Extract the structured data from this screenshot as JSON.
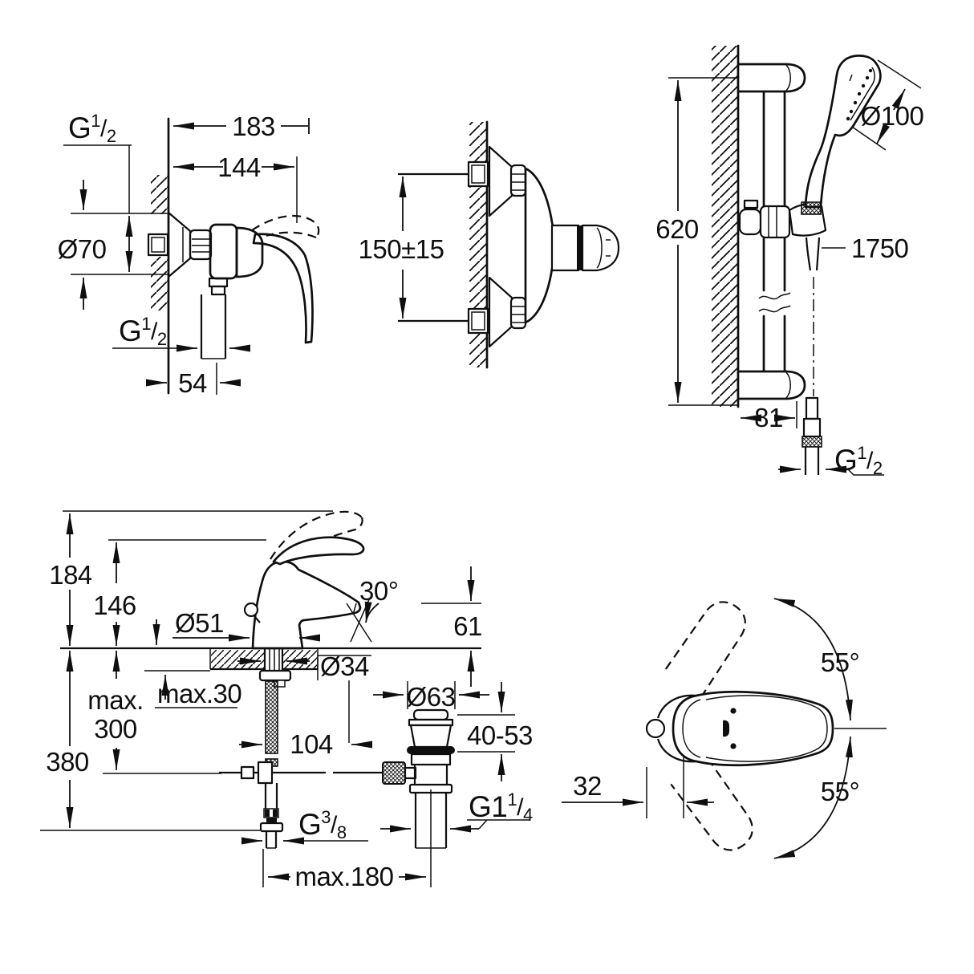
{
  "drawing": {
    "background": "#ffffff",
    "line_color": "#0f0f0f",
    "views": {
      "shower_mixer_side": {
        "thread_top": {
          "base": "G",
          "sup": "1",
          "slash": "/",
          "sub": "2"
        },
        "width_overall": "183",
        "width_body": "144",
        "escutcheon_dia": "Ø70",
        "thread_bottom": {
          "base": "G",
          "sup": "1",
          "slash": "/",
          "sub": "2"
        },
        "hose_offset": "54"
      },
      "shower_mixer_front": {
        "connection_spacing": "150±15"
      },
      "shower_rail_set": {
        "head_dia": "Ø100",
        "rail_height": "620",
        "hose_length": "1750",
        "bracket_depth": "81",
        "hose_thread": {
          "base": "G",
          "sup": "1",
          "slash": "/",
          "sub": "2"
        }
      },
      "basin_mixer": {
        "height_open": "184",
        "height_closed": "146",
        "base_dia": "Ø51",
        "spout_angle": "30°",
        "spout_height": "61",
        "deck_thickness": "max.30",
        "hole_dia": "Ø34",
        "drain_flange_dia": "Ø63",
        "rod_max_word": "max.",
        "rod_max_value": "300",
        "rod_length": "104",
        "drain_clamp_range": "40-53",
        "supply_length": "380",
        "supply_thread": {
          "base": "G",
          "sup": "3",
          "slash": "/",
          "sub": "8"
        },
        "drain_thread": {
          "base": "G1",
          "sup": "1",
          "slash": "/",
          "sub": "4"
        },
        "spacing_max": "max.180"
      },
      "handle_top_view": {
        "swivel_up": "55°",
        "swivel_down": "55°",
        "handle_offset": "32"
      }
    }
  }
}
